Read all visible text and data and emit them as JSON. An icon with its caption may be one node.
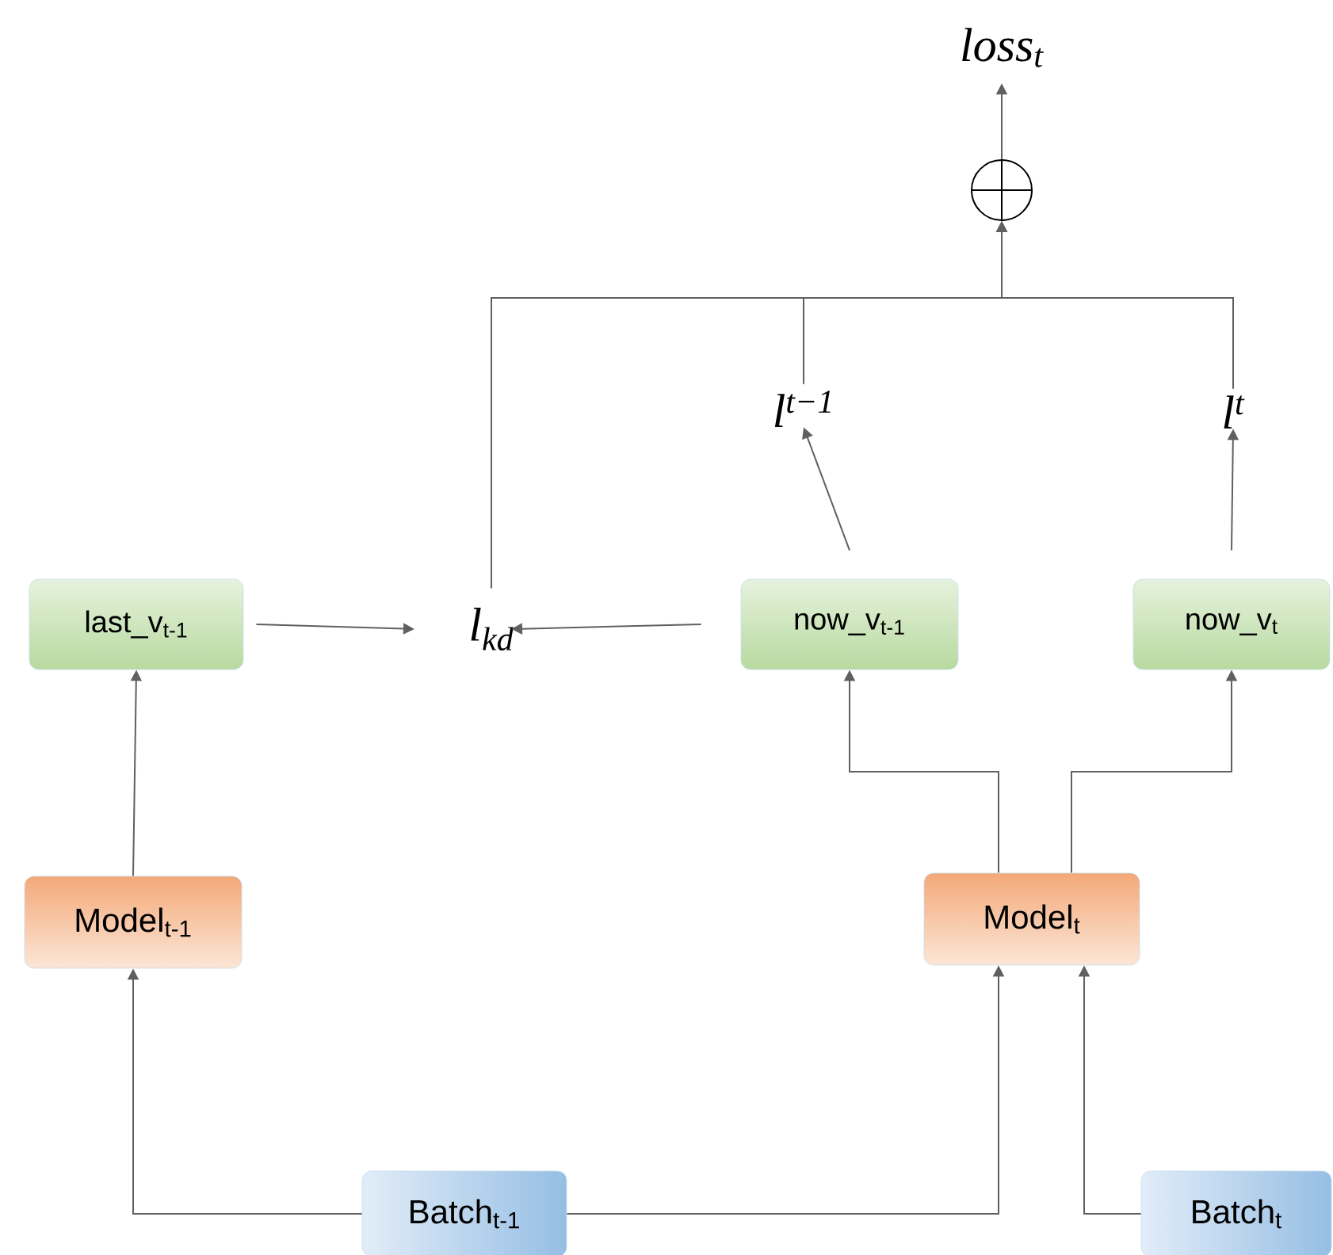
{
  "diagram": {
    "nodes": [
      {
        "text": [
          "loss$_{t}$"
        ]
      },
      {
        "text": [],
        "shape": "circle"
      },
      {
        "text": [
          "l$^{t−1}$"
        ]
      },
      {
        "text": [
          "l$^{t}$"
        ]
      },
      {
        "text": [
          "last_v$_{t-1}$"
        ]
      },
      {
        "text": [
          "l$_{kd}$"
        ]
      },
      {
        "text": [
          "now_v$_{t-1}$"
        ]
      },
      {
        "text": [
          "now_v$_{t}$"
        ]
      },
      {
        "text": [
          "Model$_{t-1}$"
        ]
      },
      {
        "text": [
          "Model$_{t}$"
        ]
      },
      {
        "text": [
          "Batch$_{t-1}$"
        ]
      },
      {
        "text": [
          "Batch$_{t}$"
        ]
      }
    ],
    "edges": [
      {
        "from": 1,
        "to": 0,
        "arrow": "to"
      },
      {
        "from": 5,
        "to": 1,
        "arrow": "to"
      },
      {
        "from": 2,
        "to": 1,
        "arrow": "to"
      },
      {
        "from": 3,
        "to": 1,
        "arrow": "to"
      },
      {
        "from": 6,
        "to": 2,
        "arrow": "to"
      },
      {
        "from": 7,
        "to": 3,
        "arrow": "to"
      },
      {
        "from": 4,
        "to": 5,
        "arrow": "to"
      },
      {
        "from": 6,
        "to": 5,
        "arrow": "to"
      },
      {
        "from": 8,
        "to": 4,
        "arrow": "to"
      },
      {
        "from": 9,
        "to": 6,
        "arrow": "to"
      },
      {
        "from": 9,
        "to": 7,
        "arrow": "to"
      },
      {
        "from": 10,
        "to": 8,
        "arrow": "to"
      },
      {
        "from": 10,
        "to": 9,
        "arrow": "to"
      },
      {
        "from": 11,
        "to": 9,
        "arrow": "to"
      }
    ]
  }
}
